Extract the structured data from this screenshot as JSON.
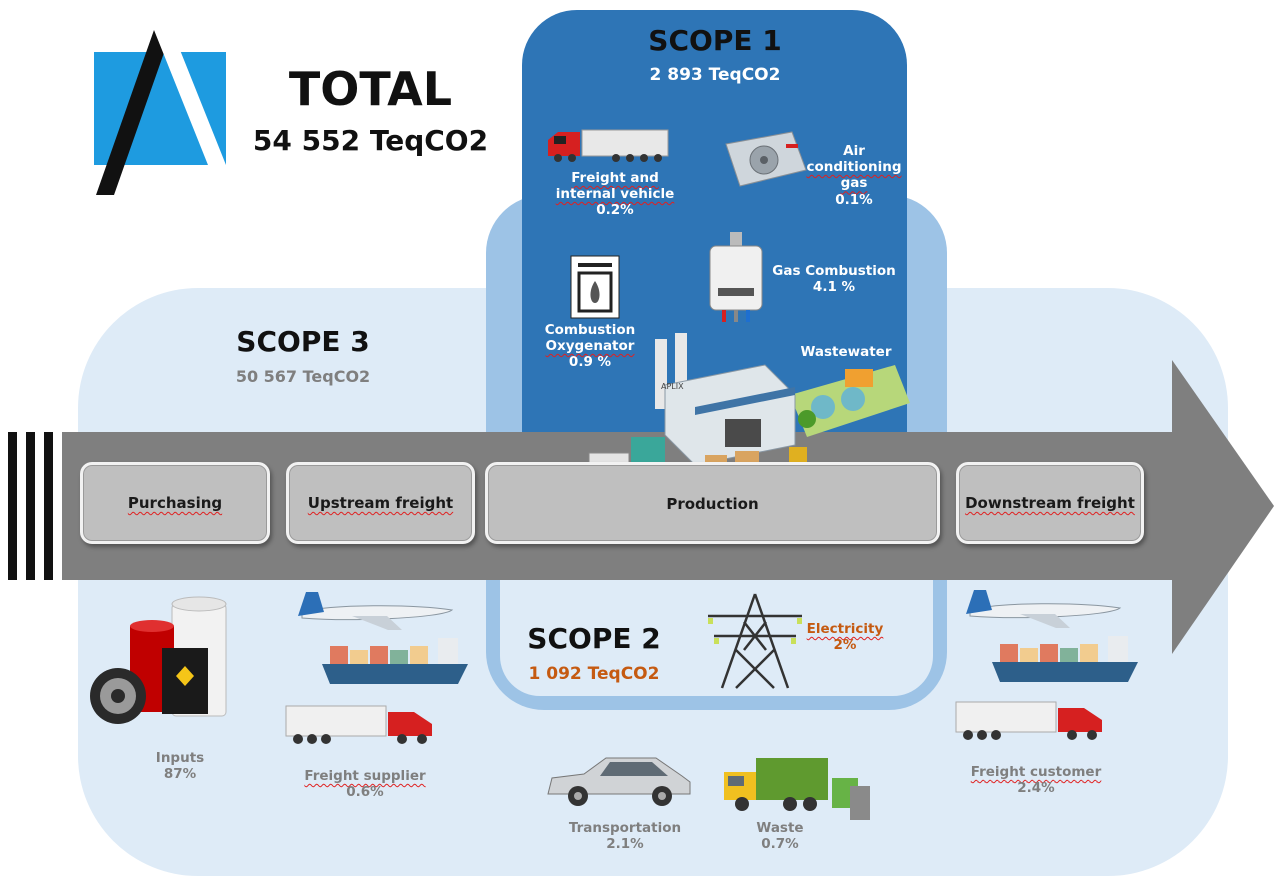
{
  "total": {
    "title": "TOTAL",
    "value": "54 552 TeqCO2"
  },
  "scope1": {
    "title": "SCOPE 1",
    "value": "2 893 TeqCO2",
    "items": [
      {
        "label_line1": "Freight and",
        "label_line2": "internal vehicle",
        "percent": "0.2%"
      },
      {
        "label_line1": "Air",
        "label_line2": "conditioning",
        "label_line3": "gas",
        "percent": "0.1%"
      },
      {
        "label": "Gas Combustion",
        "percent": "4.1 %"
      },
      {
        "label_line1": "Combustion",
        "label_line2": "Oxygenator",
        "percent": "0.9 %"
      },
      {
        "label": "Wastewater"
      }
    ]
  },
  "scope2": {
    "title": "SCOPE 2",
    "value": "1 092 TeqCO2",
    "items": [
      {
        "label": "Electricity",
        "percent": "2%"
      }
    ]
  },
  "scope3": {
    "title": "SCOPE 3",
    "value": "50 567 TeqCO2",
    "items": [
      {
        "label": "Inputs",
        "percent": "87%"
      },
      {
        "label": "Freight supplier",
        "percent": "0.6%"
      },
      {
        "label": "Transportation",
        "percent": "2.1%"
      },
      {
        "label": "Waste",
        "percent": "0.7%"
      },
      {
        "label": "Freight customer",
        "percent": "2.4%"
      }
    ]
  },
  "stages": [
    "Purchasing",
    "Upstream freight",
    "Production",
    "Downstream freight"
  ],
  "logo_text": "APLIX",
  "colors": {
    "scope1_bg": "#2e75b6",
    "scope2_bg": "#9dc3e6",
    "scope3_bg": "#deebf7",
    "scope2_accent": "#c55a11",
    "arrow": "#7f7f7f",
    "logo_blue": "#1e9be0"
  }
}
